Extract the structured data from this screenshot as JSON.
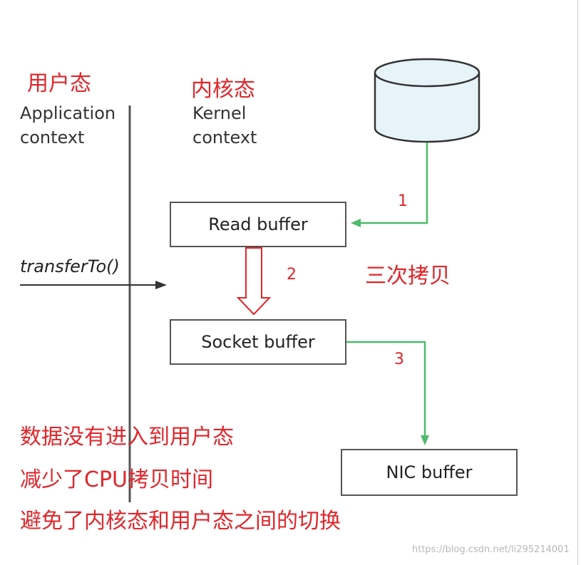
{
  "labels": {
    "user_mode": "用户态",
    "kernel_mode": "内核态",
    "app_context_line1": "Application",
    "app_context_line2": "context",
    "kernel_context_line1": "Kernel",
    "kernel_context_line2": "context",
    "transfer_call": "transferTo()",
    "three_copies": "三次拷贝"
  },
  "boxes": {
    "read_buffer": "Read buffer",
    "socket_buffer": "Socket buffer",
    "nic_buffer": "NIC buffer"
  },
  "steps": [
    "1",
    "2",
    "3"
  ],
  "notes": [
    "数据没有进入到用户态",
    "减少了CPU拷贝时间",
    "避免了内核态和用户态之间的切换"
  ],
  "watermark": "https://blog.csdn.net/li295214001",
  "colors": {
    "annotation_red": "#e0262b",
    "arrow_green": "#4cbb6a",
    "disk_fill": "#e6f4fa"
  }
}
